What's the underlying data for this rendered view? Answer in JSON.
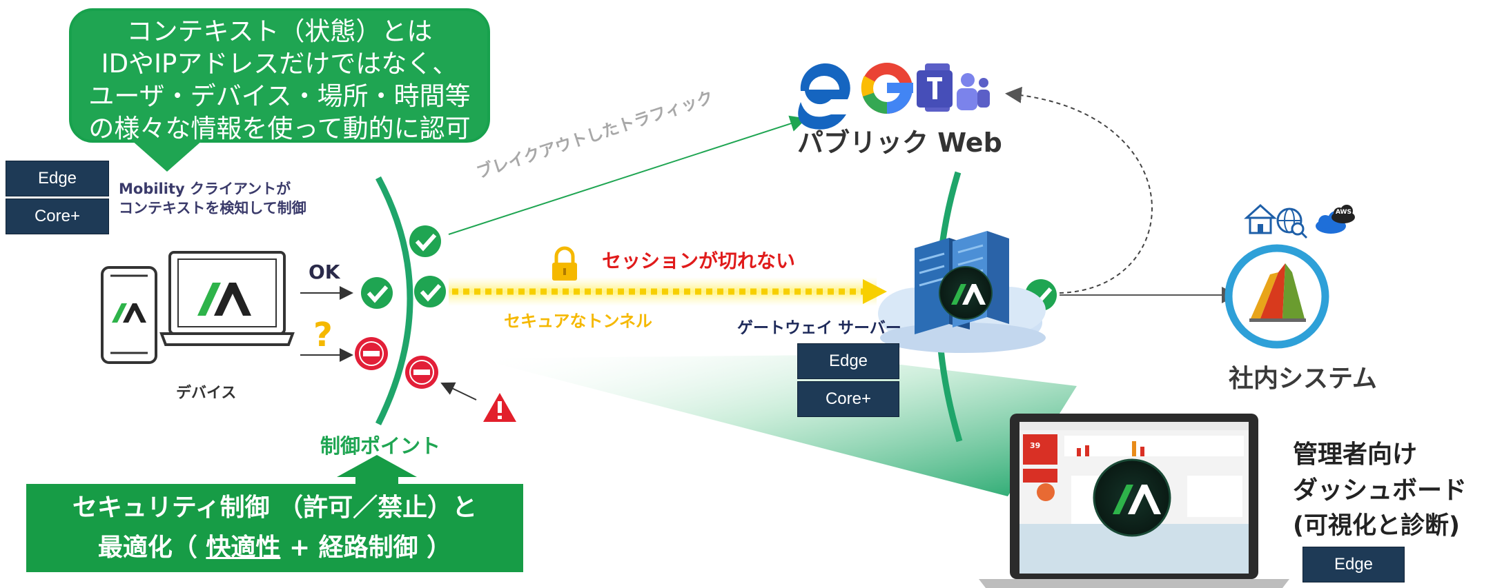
{
  "bubble_text": "コンテキスト（状態）とは\nIDやIPアドレスだけではなく、\nユーザ・デバイス・場所・時間等\nの様々な情報を使って動的に認可",
  "left_tags": {
    "edge": "Edge",
    "core": "Core+"
  },
  "mobility_line1": "Mobility クライアントが",
  "mobility_line2": "コンテキストを検知して制御",
  "ok_label": "OK",
  "question_mark": "?",
  "device_label": "デバイス",
  "control_point_label": "制御ポイント",
  "bottom_box": {
    "line1": "セキュリティ制御 （許可／禁止）と",
    "line2_prefix": "最適化（",
    "line2_underlined": "快適性",
    "line2_suffix": " + 経路制御 ）"
  },
  "breakout_label": "ブレイクアウトしたトラフィック",
  "public_web_label": "パブリック Web",
  "session_label": "セッションが切れない",
  "tunnel_label": "セキュアなトンネル",
  "gateway_label": "ゲートウェイ サーバー",
  "gateway_tags": {
    "edge": "Edge",
    "core": "Core+"
  },
  "internal_system_label": "社内システム",
  "dashboard_line1": "管理者向け",
  "dashboard_line2": "ダッシュボード",
  "dashboard_line3": "(可視化と診断)",
  "dashboard_tag": "Edge",
  "aws_label": "AWS",
  "screen_number": "39",
  "colors": {
    "green": "#1fa552",
    "navy": "#1e3a56",
    "red_text": "#e01b1b",
    "yellow": "#f5c400",
    "gray_text": "#a8a8a8"
  },
  "icons": [
    "edge-browser-icon",
    "google-icon",
    "teams-icon",
    "lock-icon",
    "warning-icon",
    "home-icon",
    "globe-icon",
    "azure-cloud-icon",
    "server-icon",
    "app-logo-icon"
  ]
}
